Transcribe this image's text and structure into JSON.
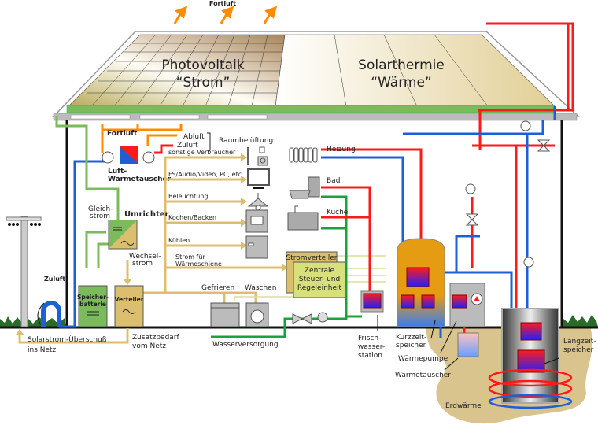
{
  "roof": {
    "fortluft_top": "Fortluft",
    "pv_title": "Photovoltaik",
    "pv_sub": "“Strom”",
    "st_title": "Solarthermie",
    "st_sub": "“Wärme”"
  },
  "ventilation": {
    "fortluft": "Fortluft",
    "abluft": "Abluft",
    "zuluft": "Zuluft",
    "raumbelueftung": "Raumbelüftung",
    "heat_exchanger_1": "Luft-",
    "heat_exchanger_2": "Wärmetauscher"
  },
  "consumers": [
    "sonstige Verbraucher",
    "FS/Audio/Video, PC, etc.",
    "Beleuchtung",
    "Kochen/Backen",
    "Kühlen"
  ],
  "strom_waermeschiene_1": "Strom für",
  "strom_waermeschiene_2": "Wärmeschiene",
  "power": {
    "gleichstrom_1": "Gleich-",
    "gleichstrom_2": "strom",
    "umrichter": "Umrichter",
    "wechselstrom_1": "Wechsel-",
    "wechselstrom_2": "strom",
    "speicher_1": "Speicher-",
    "speicher_2": "batterie",
    "verteiler": "Verteiler",
    "gefrieren": "Gefrieren",
    "waschen": "Waschen",
    "ueberschuss": "Solarstrom-Überschuß",
    "ins_netz": "ins Netz",
    "zusatz_1": "Zusatzbedarf",
    "zusatz_2": "vom Netz",
    "zuluft_outside": "Zuluft"
  },
  "control": {
    "stromverteiler": "Stromverteiler",
    "zentrale_1": "Zentrale",
    "zentrale_2": "Steuer- und",
    "zentrale_3": "Regeleinheit"
  },
  "water": {
    "heizung": "Heizung",
    "bad": "Bad",
    "kueche": "Küche",
    "wasserversorgung": "Wasserversorgung"
  },
  "heat": {
    "frischwasser_1": "Frisch-",
    "frischwasser_2": "wasser-",
    "frischwasser_3": "station",
    "kurzzeit_1": "Kurzzeit-",
    "kurzzeit_2": "speicher",
    "waermepumpe": "Wärmepumpe",
    "waermetauscher": "Wärmetauscher",
    "erdwaerme": "Erdwärme",
    "langzeit_1": "Langzeit-",
    "langzeit_2": "speicher"
  },
  "colors": {
    "hot": "#ff1a1a",
    "cold": "#1f5fd6",
    "power": "#dcbf6e",
    "dc": "#7cbb5b",
    "water": "#1aa33a",
    "exhaust": "#ff8c00"
  }
}
